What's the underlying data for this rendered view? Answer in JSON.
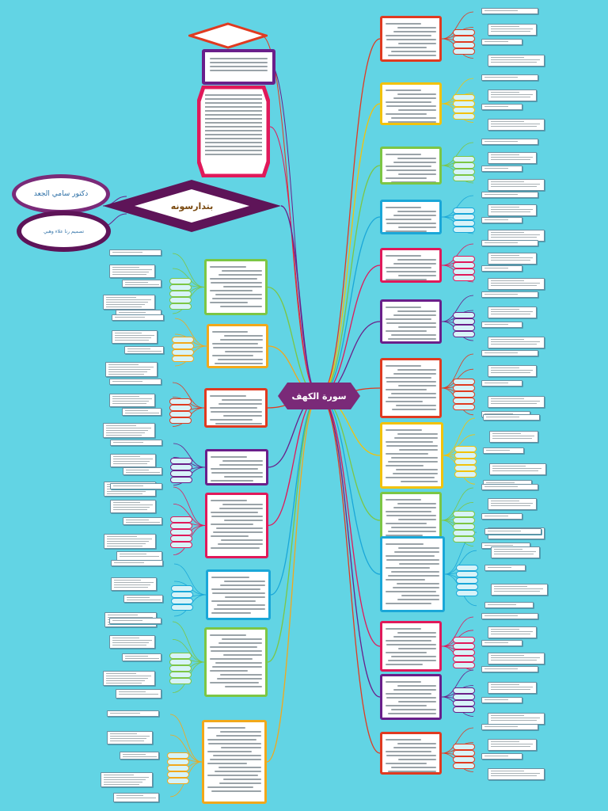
{
  "center": {
    "label": "سورة الكهف",
    "color": "#7a2a78"
  },
  "banner": {
    "label": "بتدارسونه",
    "color": "#5e1458"
  },
  "author": {
    "label": "دكتور سامي الجعد"
  },
  "designer": {
    "label": "تصميم رنا علاء وهبي"
  },
  "colors": {
    "red": "#e03a20",
    "yellow": "#f2c20a",
    "green": "#7cc644",
    "cyan": "#1aa7d8",
    "pink": "#e0195a",
    "purple": "#6a1f8a",
    "orange": "#f2a81a"
  }
}
